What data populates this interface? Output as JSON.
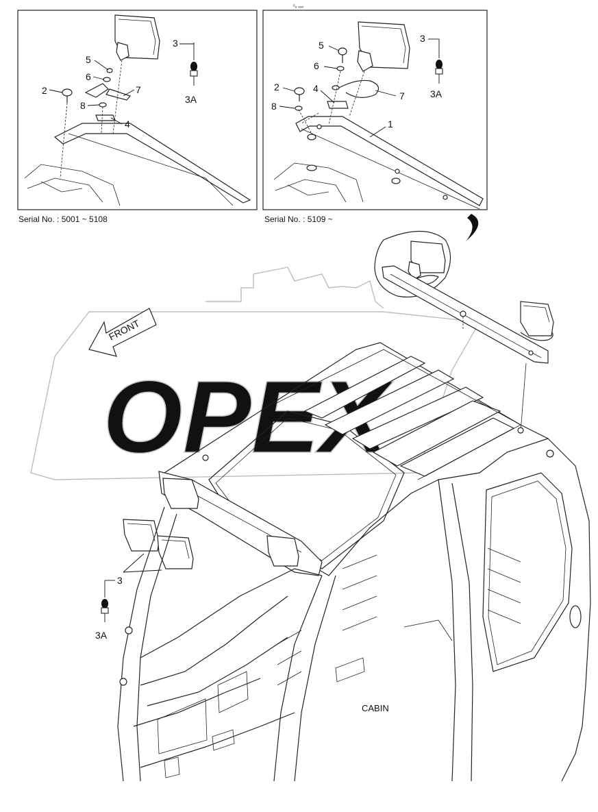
{
  "header_mark": "ᵒᵤ ₒₒₒ",
  "watermark_text": "OPEX",
  "front_label": "FRONT",
  "cabin_label": "CABIN",
  "left_panel": {
    "serial": "Serial No. : 5001 ~ 5108",
    "callouts": {
      "c1": "3",
      "c2": "5",
      "c3": "6",
      "c4": "2",
      "c5": "7",
      "c6": "8",
      "c7": "4",
      "c8": "3A"
    }
  },
  "right_panel": {
    "serial": "Serial No. : 5109 ~",
    "callouts": {
      "c1": "3",
      "c2": "5",
      "c3": "6",
      "c4": "2",
      "c5": "4",
      "c6": "7",
      "c7": "8",
      "c8": "1",
      "c9": "3A"
    }
  },
  "main_callouts": {
    "c1": "3",
    "c2": "3A"
  }
}
